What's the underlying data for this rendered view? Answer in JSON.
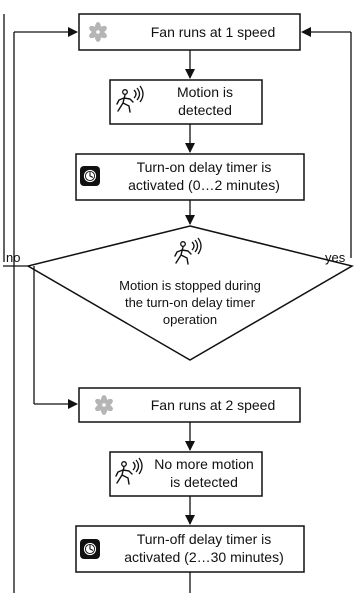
{
  "flow": {
    "fan_speed_1": "Fan runs at 1 speed",
    "motion_detected": [
      "Motion is",
      "detected"
    ],
    "turn_on_timer": [
      "Turn-on delay timer is",
      "activated (0…2 minutes)"
    ],
    "decision": [
      "Motion is stopped during",
      "the turn-on delay timer",
      "operation"
    ],
    "no_label": "no",
    "yes_label": "yes",
    "fan_speed_2": "Fan runs at 2 speed",
    "no_more_motion": [
      "No more motion",
      "is detected"
    ],
    "turn_off_timer": [
      "Turn-off delay timer is",
      "activated (2…30 minutes)"
    ]
  },
  "icons": {
    "fan": "fan-icon",
    "motion": "motion-sensor-icon",
    "timer": "timer-icon"
  },
  "colors": {
    "line": "#111111",
    "fan_gray": "#b5b5b5",
    "background": "#ffffff"
  }
}
